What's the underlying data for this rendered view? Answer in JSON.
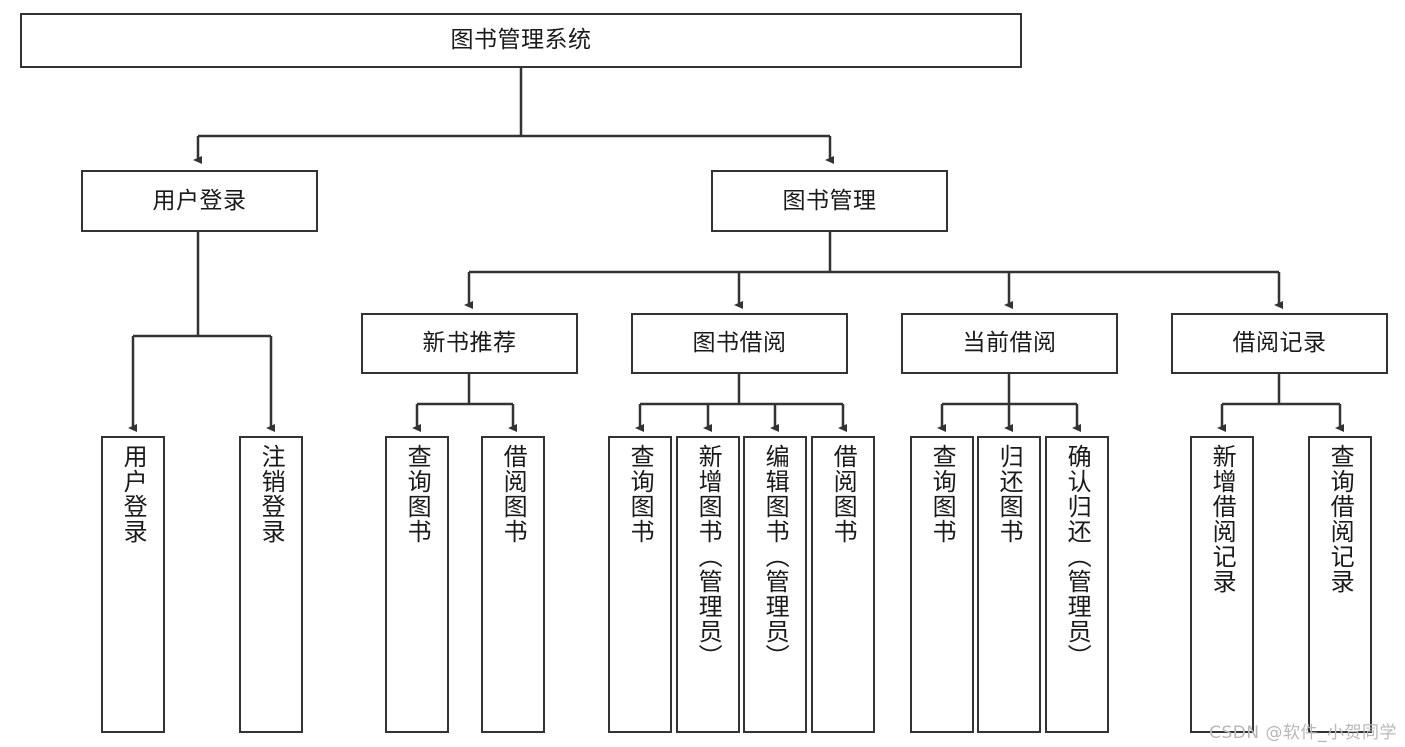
{
  "diagram": {
    "title": "图书管理系统",
    "watermark": "CSDN @软件_小贺同学",
    "line_color": "#333333",
    "box_fill": "#ffffff",
    "text_color": "#1a1a1a",
    "nodes": {
      "root": "图书管理系统",
      "user_login": "用户登录",
      "book_manage": "图书管理",
      "new_book_rec": "新书推荐",
      "book_borrow": "图书借阅",
      "current_borrow": "当前借阅",
      "borrow_record": "借阅记录",
      "leaf_user_login": "用户登录",
      "leaf_user_logout": "注销登录",
      "leaf_rec_query": "查询图书",
      "leaf_rec_borrow": "借阅图书",
      "leaf_borrow_query": "查询图书",
      "leaf_borrow_add": "新增图书（管理员）",
      "leaf_borrow_edit": "编辑图书（管理员）",
      "leaf_borrow_lend": "借阅图书",
      "leaf_cur_query": "查询图书",
      "leaf_cur_return": "归还图书",
      "leaf_cur_confirm": "确认归还（管理员）",
      "leaf_rec_add": "新增借阅记录",
      "leaf_rec_search": "查询借阅记录"
    }
  }
}
